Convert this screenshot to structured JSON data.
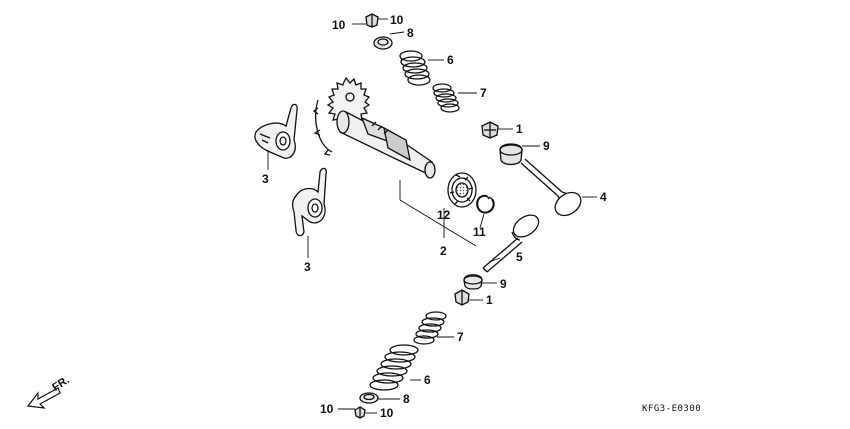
{
  "direction_label": "FR.",
  "drawing_code": "KFG3-E0300",
  "callouts": {
    "c10a": "10",
    "c10b": "10",
    "c8a": "8",
    "c6a": "6",
    "c7a": "7",
    "c1a": "1",
    "c9a": "9",
    "c4": "4",
    "c3a": "3",
    "c3b": "3",
    "c12": "12",
    "c2": "2",
    "c11": "11",
    "c5": "5",
    "c9b": "9",
    "c1b": "1",
    "c7b": "7",
    "c6b": "6",
    "c10c": "10",
    "c8b": "8",
    "c10d": "10"
  },
  "colors": {
    "line": "#111111",
    "background": "#ffffff"
  },
  "icons": {
    "direction": "arrow-icon"
  }
}
